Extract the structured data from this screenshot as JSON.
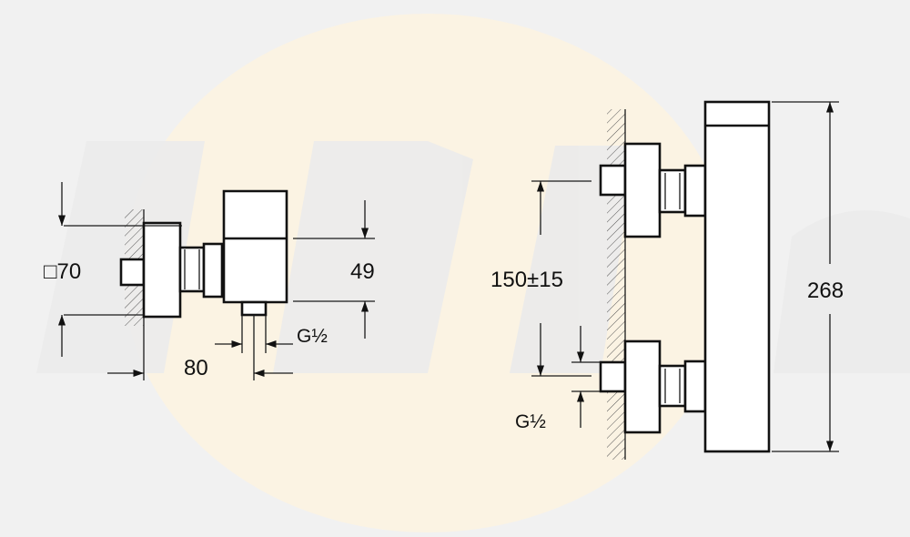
{
  "side_view": {
    "dim_square": "□70",
    "dim_height": "49",
    "dim_depth": "80",
    "dim_thread": "G½"
  },
  "front_view": {
    "dim_spacing": "150±15",
    "dim_total_height": "268",
    "dim_thread": "G½"
  },
  "colors": {
    "line": "#111111",
    "background": "#f1f1f1",
    "watermark_blob": "#fbf3e3",
    "watermark_band": "#ebebeb"
  }
}
